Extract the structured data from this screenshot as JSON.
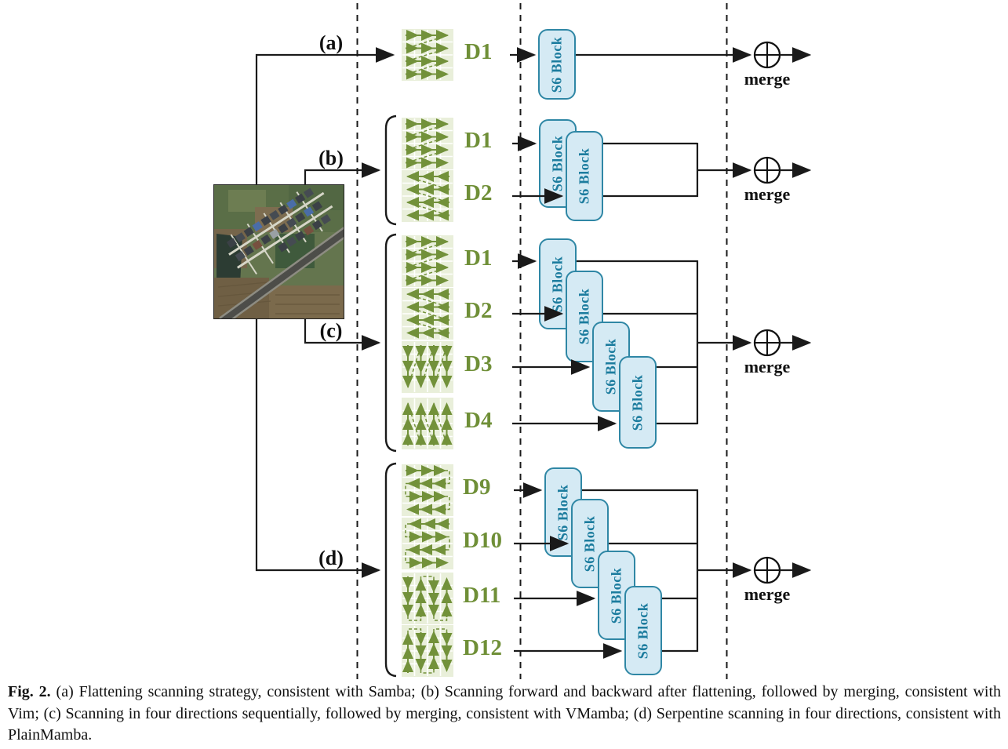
{
  "figure": {
    "caption_prefix": "Fig. 2.",
    "caption_body": "(a) Flattening scanning strategy, consistent with Samba; (b) Scanning forward and backward after flattening, followed by merging, consistent with Vim; (c) Scanning in four directions sequentially, followed by merging, consistent with VMamba; (d) Serpentine scanning in four directions, consistent with PlainMamba."
  },
  "diagram": {
    "branches": {
      "a": {
        "label": "(a)",
        "directions": [
          "D1"
        ]
      },
      "b": {
        "label": "(b)",
        "directions": [
          "D1",
          "D2"
        ]
      },
      "c": {
        "label": "(c)",
        "directions": [
          "D1",
          "D2",
          "D3",
          "D4"
        ]
      },
      "d": {
        "label": "(d)",
        "directions": [
          "D9",
          "D10",
          "D11",
          "D12"
        ]
      }
    },
    "s6_block_label": "S6 Block",
    "merge_label": "merge",
    "merge_symbol": "⊕",
    "scan_patterns": {
      "D1": "row-scan-left-to-right",
      "D2": "row-scan-right-to-left",
      "D3": "column-scan-top-to-bottom",
      "D4": "column-scan-bottom-to-top",
      "D9": "serpentine-rows-start-right",
      "D10": "serpentine-rows-start-left",
      "D11": "serpentine-columns-start-down",
      "D12": "serpentine-columns-start-up"
    },
    "colors": {
      "scan_arrow_green": "#72913a",
      "scan_tile_background": "#e9efda",
      "direction_label_green": "#6f8f37",
      "s6_block_fill": "#d5eaf4",
      "s6_block_border": "#2f87a5",
      "s6_block_text": "#1c7c9e",
      "line_color": "#1a1a1a"
    }
  }
}
